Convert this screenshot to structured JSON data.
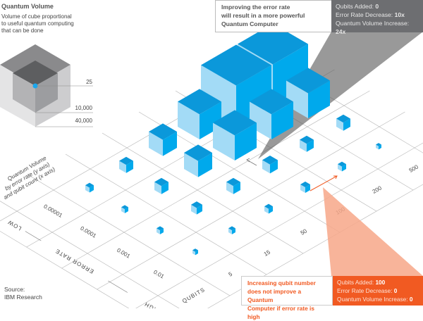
{
  "legend": {
    "title": "Quantum Volume",
    "description": [
      "Volume of cube proportional",
      "to useful quantum computing",
      "that can be done"
    ],
    "values": [
      "25",
      "10,000",
      "40,000"
    ]
  },
  "axis_caption": [
    "Quantum Volume",
    "by error rate (y axis)",
    "and qubit count (x axis)"
  ],
  "error_axis": {
    "title": "ERROR RATE",
    "low": "LOW",
    "high": "HIGH",
    "values": [
      "0.01",
      "0.001",
      "0.0001",
      "0.00001"
    ]
  },
  "qubit_axis": {
    "title": "QUBITS",
    "values": [
      "5",
      "15",
      "50",
      "100",
      "200",
      "500"
    ]
  },
  "cubes_relative_size_by_qubit_column": [
    [
      0.08,
      0.1,
      0.1,
      0.12
    ],
    [
      0.1,
      0.16,
      0.2,
      0.2
    ],
    [
      0.12,
      0.2,
      0.4,
      0.4
    ],
    [
      0.14,
      0.22,
      0.62,
      0.62
    ],
    [
      0.12,
      0.2,
      0.62,
      1.0
    ],
    [
      0.08,
      0.2,
      0.62,
      1.0
    ]
  ],
  "callout_error": {
    "text": [
      "Improving the error rate",
      "will result in a more powerful",
      "Quantum Computer"
    ],
    "stats": [
      {
        "label": "Qubits Added: ",
        "value": "0"
      },
      {
        "label": "Error Rate Decrease: ",
        "value": "10x"
      },
      {
        "label": "Quantum Volume Increase: ",
        "value": "24x"
      }
    ]
  },
  "callout_qubit": {
    "text": [
      "Increasing qubit number",
      "does not improve a Quantum",
      "Computer if error rate is high"
    ],
    "stats": [
      {
        "label": "Qubits Added: ",
        "value": "100"
      },
      {
        "label": "Error Rate Decrease: ",
        "value": "0"
      },
      {
        "label": "Quantum Volume Increase: ",
        "value": "0"
      }
    ]
  },
  "source": {
    "label": "Source:",
    "value": "IBM Research"
  },
  "colors": {
    "cube_top": "#0b98da",
    "cube_left": "#a3dbf6",
    "cube_right": "#00a9ec",
    "orange": "#f15a22",
    "grey": "#6d6e71"
  }
}
